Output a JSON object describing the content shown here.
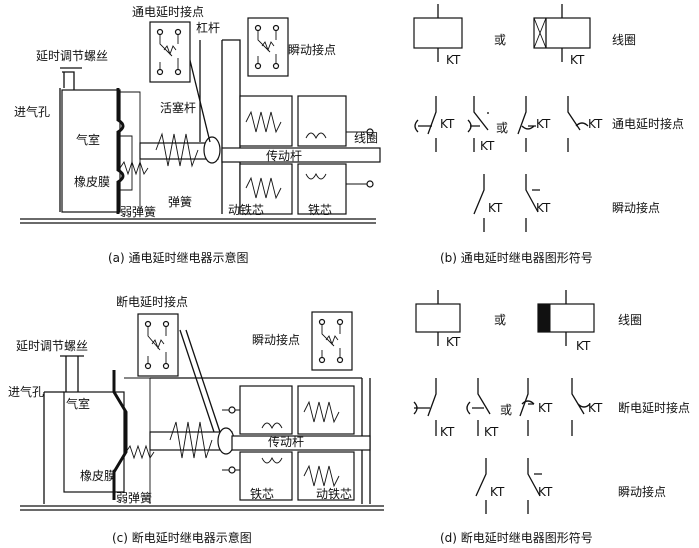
{
  "panel_a": {
    "caption": "(a) 通电延时继电器示意图",
    "labels": {
      "delay_contact": "通电延时接点",
      "lever": "杠杆",
      "instant_contact": "瞬动接点",
      "delay_screw": "延时调节螺丝",
      "air_inlet": "进气孔",
      "piston_rod": "活塞杆",
      "air_chamber": "气室",
      "coil": "线圈",
      "push_rod": "传动杆",
      "diaphragm": "橡皮膜",
      "spring": "弹簧",
      "weak_spring": "弱弹簧",
      "armature": "动铁芯",
      "core": "铁芯"
    }
  },
  "panel_b": {
    "caption": "(b) 通电延时继电器图形符号",
    "or_coil": "或",
    "or_contact": "或",
    "kt_coil_1": "KT",
    "kt_coil_2": "KT",
    "kt_c1": "KT",
    "kt_c2": "KT",
    "kt_c3": "KT",
    "kt_c4": "KT",
    "kt_i1": "KT",
    "kt_i2": "KT",
    "row_coil": "线圈",
    "row_delay": "通电延时接点",
    "row_instant": "瞬动接点"
  },
  "panel_c": {
    "caption": "(c) 断电延时继电器示意图",
    "labels": {
      "delay_contact": "断电延时接点",
      "instant_contact": "瞬动接点",
      "delay_screw": "延时调节螺丝",
      "air_inlet": "进气孔",
      "air_chamber": "气室",
      "push_rod": "传动杆",
      "diaphragm": "橡皮膜",
      "weak_spring": "弱弹簧",
      "core": "铁芯",
      "armature": "动铁芯"
    }
  },
  "panel_d": {
    "caption": "(d) 断电延时继电器图形符号",
    "or_coil": "或",
    "or_contact": "或",
    "kt_coil_1": "KT",
    "kt_coil_2": "KT",
    "kt_c1": "KT",
    "kt_c2": "KT",
    "kt_c3": "KT",
    "kt_c4": "KT",
    "kt_i1": "KT",
    "kt_i2": "KT",
    "row_coil": "线圈",
    "row_delay": "断电延时接点",
    "row_instant": "瞬动接点"
  }
}
